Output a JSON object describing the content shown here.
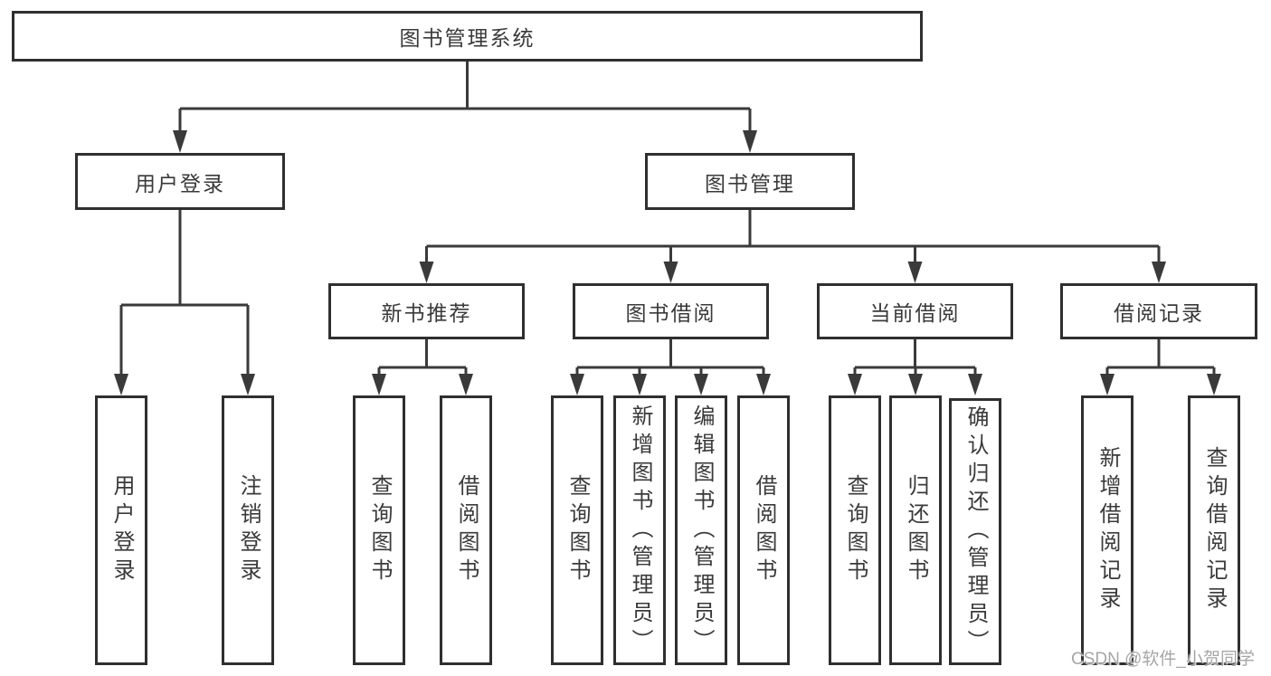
{
  "diagram": {
    "root": "图书管理系统",
    "level2": [
      "用户登录",
      "图书管理"
    ],
    "level3": [
      "新书推荐",
      "图书借阅",
      "当前借阅",
      "借阅记录"
    ],
    "leaves_user_login": [
      "用户登录",
      "注销登录"
    ],
    "leaves_new_book": [
      "查询图书",
      "借阅图书"
    ],
    "leaves_book_borrow": [
      "查询图书",
      "新增图书（管理员）",
      "编辑图书（管理员）",
      "借阅图书"
    ],
    "leaves_current_borrow": [
      "查询图书",
      "归还图书",
      "确认归还（管理员）"
    ],
    "leaves_borrow_record": [
      "新增借阅记录",
      "查询借阅记录"
    ]
  },
  "watermark": "CSDN @软件_小贺同学",
  "colors": {
    "line": "#3a3a3a",
    "box_border": "#2f2f2f",
    "text": "#3a3a3a",
    "watermark": "#9e9e9e",
    "background": "#ffffff"
  }
}
